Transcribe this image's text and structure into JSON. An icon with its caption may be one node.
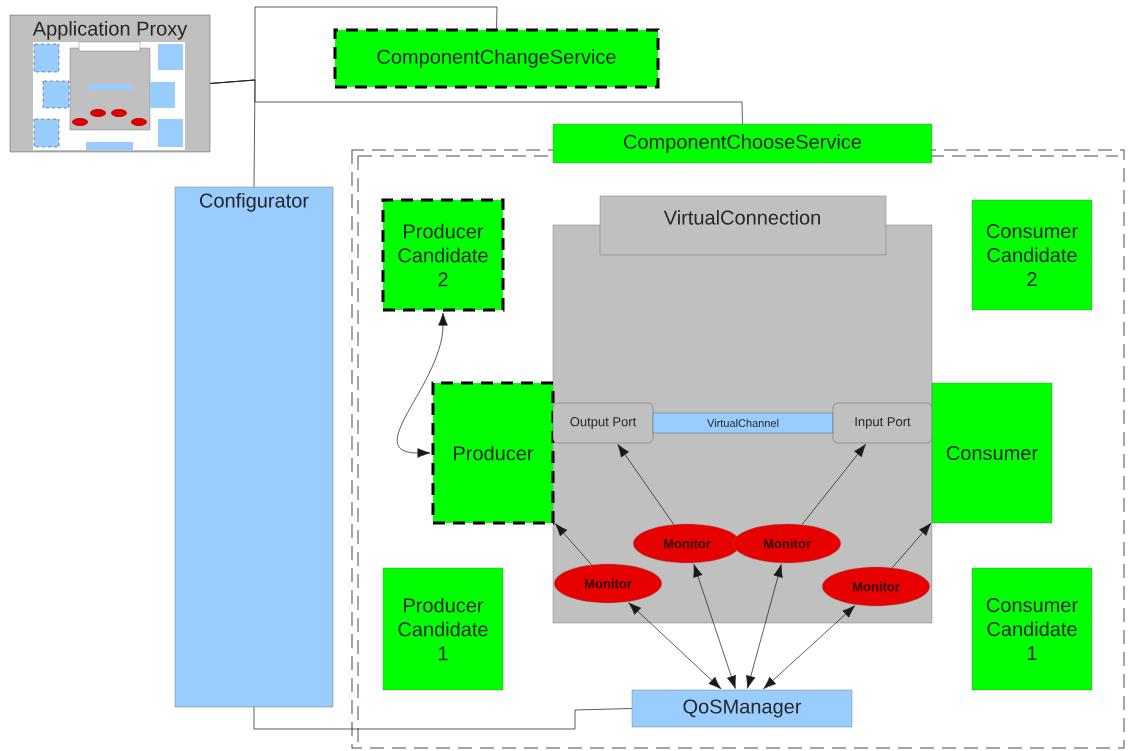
{
  "diagram": {
    "nodes": [
      {
        "text": [
          "Application Proxy"
        ]
      },
      {
        "text": [
          "ComponentChangeService"
        ]
      },
      {
        "text": [
          "ComponentChooseService"
        ]
      },
      {
        "text": [
          "Configurator"
        ]
      },
      {
        "text": [
          "Producer Candidate 2"
        ]
      },
      {
        "text": [
          "VirtualConnection"
        ]
      },
      {
        "text": [
          "Consumer Candidate 2"
        ]
      },
      {
        "text": [
          "Producer"
        ]
      },
      {
        "text": [
          "Output Port"
        ],
        "in": 5
      },
      {
        "text": [
          "VirtualChannel"
        ],
        "in": 5
      },
      {
        "text": [
          "Input Port"
        ],
        "in": 5
      },
      {
        "text": [
          "Consumer"
        ]
      },
      {
        "text": [
          "Monitor"
        ],
        "in": 5
      },
      {
        "text": [
          "Monitor"
        ],
        "in": 5
      },
      {
        "text": [
          "Monitor"
        ],
        "in": 5
      },
      {
        "text": [
          "Monitor"
        ],
        "in": 5
      },
      {
        "text": [
          "Producer Candidate 1"
        ]
      },
      {
        "text": [
          "Consumer Candidate 1"
        ]
      },
      {
        "text": [
          "QoSManager"
        ]
      }
    ],
    "edges": [
      {
        "from": 0,
        "to": 1,
        "arrow": "none"
      },
      {
        "from": 0,
        "to": 2,
        "arrow": "none"
      },
      {
        "from": 0,
        "to": 3,
        "arrow": "none"
      },
      {
        "from": 3,
        "to": 18,
        "arrow": "none"
      },
      {
        "from": 7,
        "to": 4,
        "arrow": "both"
      },
      {
        "from": 14,
        "to": 7,
        "arrow": "to"
      },
      {
        "from": 12,
        "to": 8,
        "arrow": "to"
      },
      {
        "from": 13,
        "to": 10,
        "arrow": "to"
      },
      {
        "from": 15,
        "to": 11,
        "arrow": "to"
      },
      {
        "from": 14,
        "to": 18,
        "arrow": "both"
      },
      {
        "from": 12,
        "to": 18,
        "arrow": "both"
      },
      {
        "from": 13,
        "to": 18,
        "arrow": "both"
      },
      {
        "from": 15,
        "to": 18,
        "arrow": "both"
      }
    ]
  }
}
